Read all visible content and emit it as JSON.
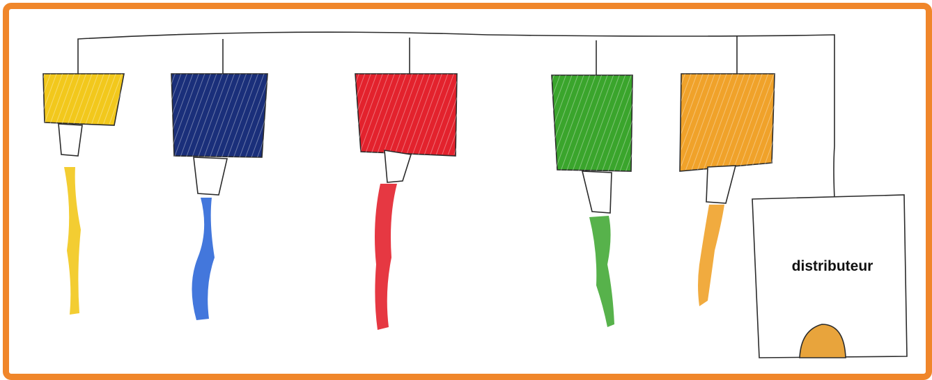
{
  "distributor": {
    "label": "distributeur"
  },
  "colors": {
    "frame": "#f0862a",
    "outline": "#2b2b2b",
    "yellow": "#f2c81c",
    "dark_blue": "#1a2f7a",
    "blue": "#2f68d8",
    "red": "#e3222d",
    "green": "#3aa52c",
    "orange": "#f0a22a",
    "ball": "#e8a43c"
  },
  "dispensers": [
    {
      "color_name": "yellow",
      "fill": "#f2c81c",
      "stream": "#f2c81c"
    },
    {
      "color_name": "dark-blue",
      "fill": "#1a2f7a",
      "stream": "#2f68d8"
    },
    {
      "color_name": "red",
      "fill": "#e3222d",
      "stream": "#e3222d"
    },
    {
      "color_name": "green",
      "fill": "#3aa52c",
      "stream": "#3aa52c"
    },
    {
      "color_name": "orange",
      "fill": "#f0a22a",
      "stream": "#f0a22a"
    }
  ]
}
